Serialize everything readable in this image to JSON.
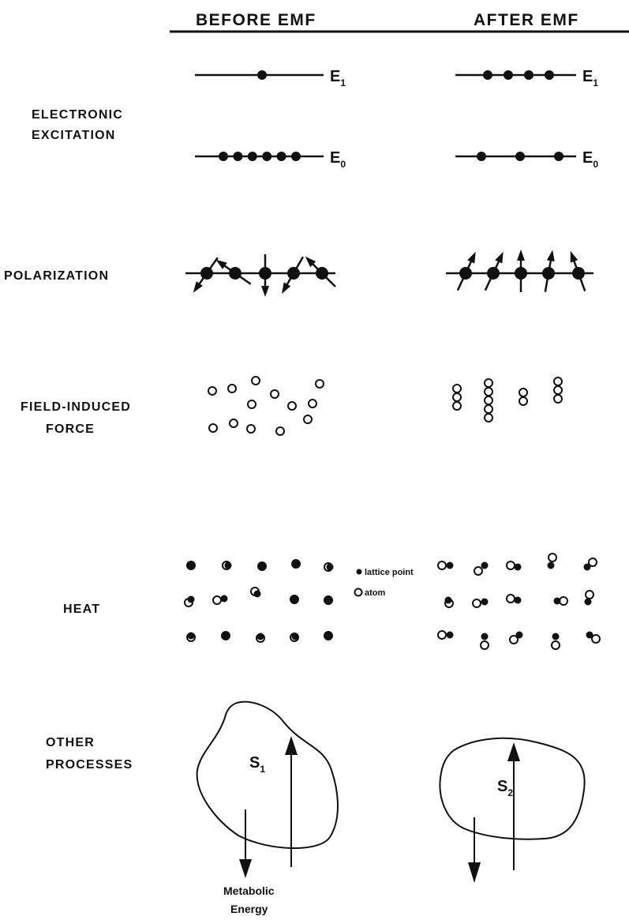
{
  "headers": {
    "before": "BEFORE EMF",
    "after": "AFTER EMF"
  },
  "rows": {
    "electronic_excitation": [
      "ELECTRONIC",
      "EXCITATION"
    ],
    "polarization": "POLARIZATION",
    "field_induced_force": [
      "FIELD-INDUCED",
      "FORCE"
    ],
    "heat": "HEAT",
    "other_processes": [
      "OTHER",
      "PROCESSES"
    ]
  },
  "energy_levels": {
    "upper": {
      "letter": "E",
      "sub": "1"
    },
    "ground": {
      "letter": "E",
      "sub": "0"
    }
  },
  "heat_legend": {
    "lattice_point": "lattice point",
    "atom": "atom"
  },
  "states": {
    "before": {
      "letter": "S",
      "sub": "1"
    },
    "after": {
      "letter": "S",
      "sub": "2"
    }
  },
  "metabolic_caption": [
    "Metabolic",
    "Energy"
  ],
  "counts": {
    "before_upper_electrons": 1,
    "before_ground_electrons": 6,
    "after_upper_electrons": 4,
    "after_ground_electrons": 3
  }
}
